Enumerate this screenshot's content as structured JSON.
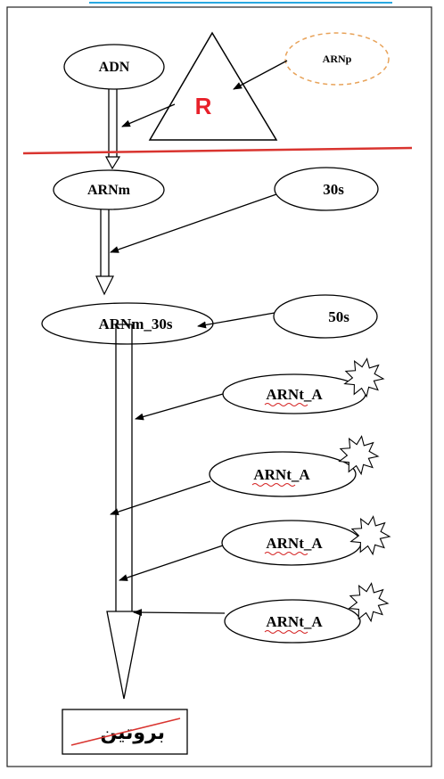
{
  "nodes": {
    "adn": "ADN",
    "arnp": "ARNp",
    "repressor": "R",
    "arnm": "ARNm",
    "s30": "30s",
    "arnm_30s": "ARNm_30s",
    "s50": "50s",
    "arnt_1": "ARNt_A",
    "arnt_2": "ARNt_A",
    "arnt_3": "ARNt_A",
    "arnt_4": "ARNt_A",
    "protein": "بروتين"
  },
  "colors": {
    "repressor_letter": "#e8202a",
    "divider_line": "#d9342f",
    "arnp_outline": "#e8a35a",
    "top_bar": "#29a8e0",
    "protein_strike": "#d9342f",
    "spellcheck_underline": "#d42020"
  }
}
